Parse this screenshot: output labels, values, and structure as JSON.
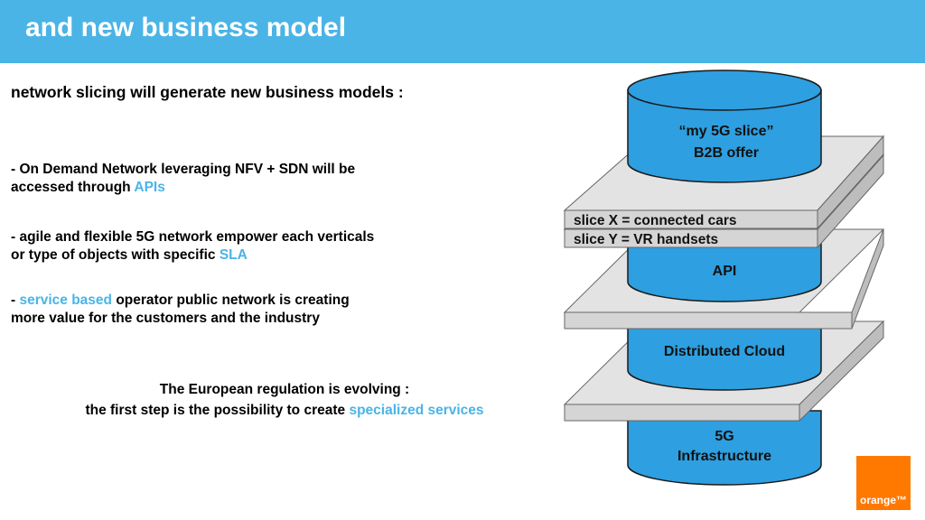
{
  "header": {
    "title": "and new business model"
  },
  "subtitle": "network slicing will generate new business models :",
  "bullets": [
    {
      "line1": "- On Demand Network leveraging NFV + SDN will be",
      "line2_pre": "accessed through ",
      "line2_hl": "APIs"
    },
    {
      "line1": "- agile and flexible 5G network empower each verticals",
      "line2_pre": "or type of objects with specific ",
      "line2_hl": "SLA"
    },
    {
      "line1_pre": "- ",
      "line1_hl": "service based",
      "line1_post": " operator public network is creating",
      "line2": "more value for the customers and the industry"
    }
  ],
  "note": {
    "line1": "The European regulation is evolving :",
    "line2_pre": "the first step is the possibility to create ",
    "line2_hl": "specialized services"
  },
  "diagram": {
    "layers": [
      {
        "line1": "“my 5G slice”",
        "line2": "B2B offer"
      },
      {
        "line1": "API"
      },
      {
        "line1": "Distributed Cloud"
      },
      {
        "line1": "5G",
        "line2": "Infrastructure"
      }
    ],
    "slices": [
      "slice X = connected cars",
      "slice Y = VR handsets"
    ]
  },
  "logo": {
    "text": "orange™"
  },
  "colors": {
    "accent": "#4AB4E6",
    "cylinder": "#2E9FE0",
    "plate": "#E3E3E3",
    "brand": "#FF7900"
  }
}
